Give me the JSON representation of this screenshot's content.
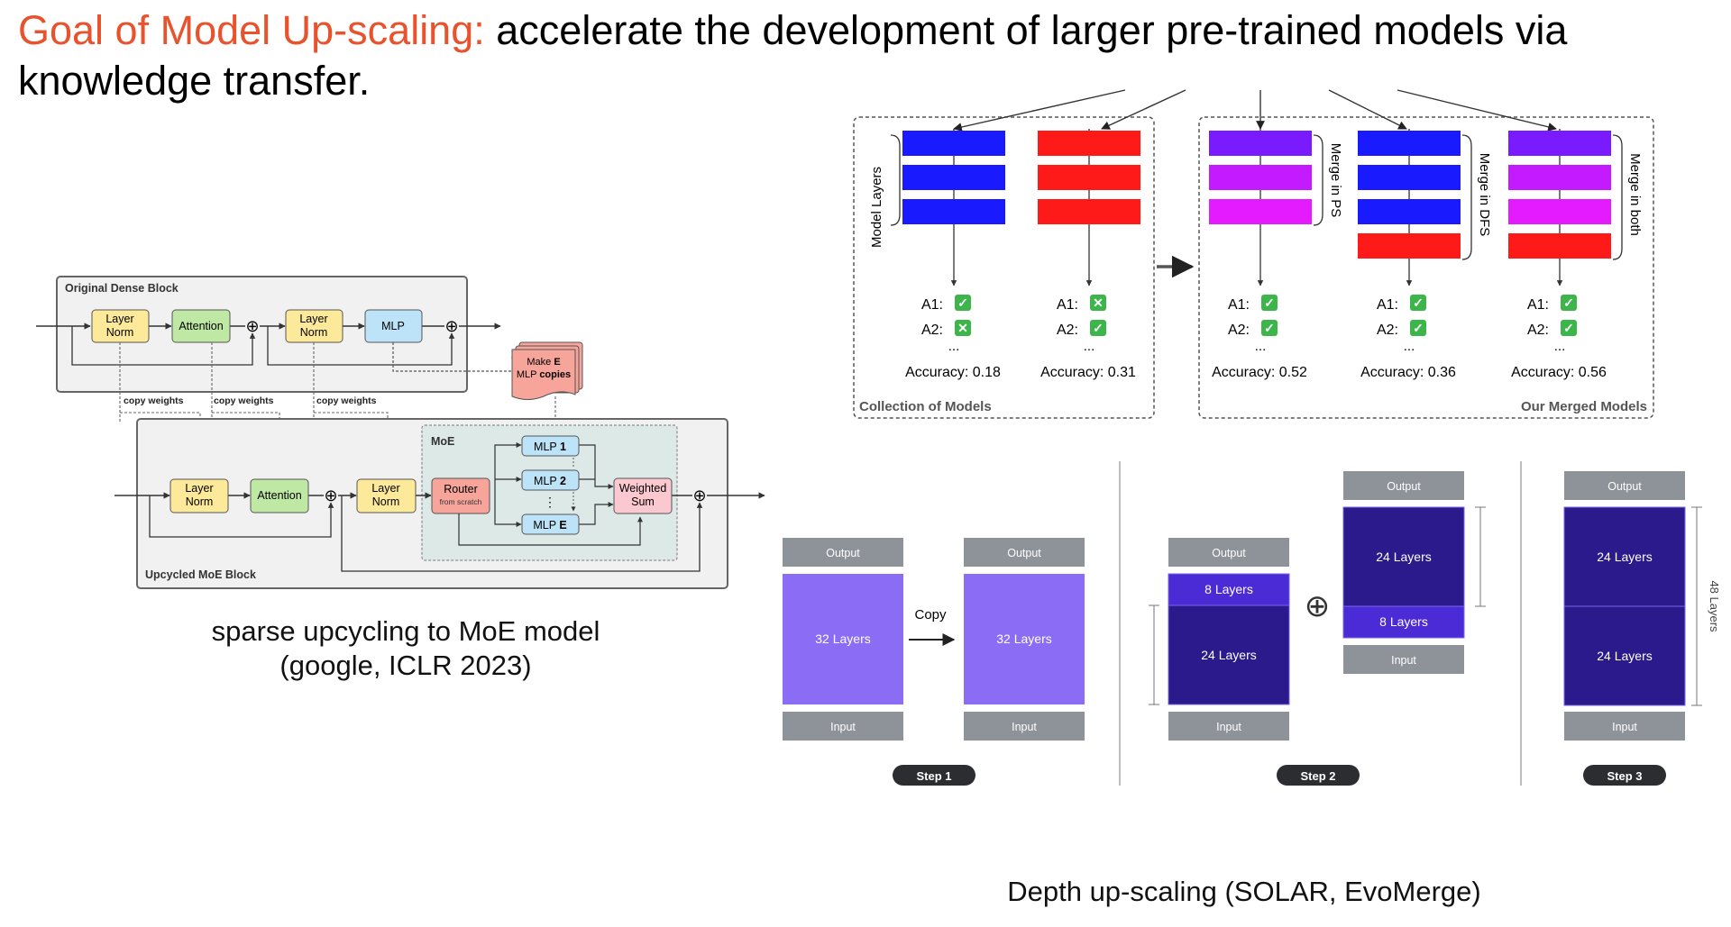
{
  "title": {
    "accent": "Goal of Model Up-scaling:",
    "rest": "accelerate the development of larger pre-trained models via knowledge transfer."
  },
  "colors": {
    "accent": "#e8522c",
    "blue": "#1a1aff",
    "red": "#ff1a1a",
    "violet": "#7a1aff",
    "magenta": "#e41aff",
    "light_purple": "#8b6cf5",
    "dark_navy": "#2b1a8c",
    "gray_box": "#8e9299"
  },
  "moe": {
    "dense_block_title": "Original Dense Block",
    "moe_block_title": "Upcycled MoE Block",
    "layer_norm": [
      "Layer",
      "Norm"
    ],
    "attention": "Attention",
    "mlp": "MLP",
    "copy_weights": "copy weights",
    "make_copies_line1": "Make",
    "make_copies_e": "E",
    "make_copies_line2": "MLP",
    "make_copies_bold": "copies",
    "moe_title": "MoE",
    "router": "Router",
    "router_sub": "from scratch",
    "mlp_prefix": "MLP",
    "expert_ids": [
      "1",
      "2",
      "E"
    ],
    "weighted_sum": [
      "Weighted",
      "Sum"
    ],
    "ellipsis": "⋮",
    "plus": "⊕"
  },
  "moe_caption": [
    "sparse upcycling to MoE model",
    "(google, ICLR 2023)"
  ],
  "merge": {
    "model_layers_label": "Model Layers",
    "collection_label": "Collection of Models",
    "merged_label": "Our Merged Models",
    "merge_labels": [
      "Merge in PS",
      "Merge in DFS",
      "Merge in both"
    ],
    "models": [
      {
        "a1": "A1:",
        "a2": "A2:",
        "a1_ok": true,
        "a2_ok": false,
        "dots": "...",
        "accuracy": "Accuracy: 0.18"
      },
      {
        "a1": "A1:",
        "a2": "A2:",
        "a1_ok": false,
        "a2_ok": true,
        "dots": "...",
        "accuracy": "Accuracy: 0.31"
      },
      {
        "a1": "A1:",
        "a2": "A2:",
        "a1_ok": true,
        "a2_ok": true,
        "dots": "...",
        "accuracy": "Accuracy: 0.52"
      },
      {
        "a1": "A1:",
        "a2": "A2:",
        "a1_ok": true,
        "a2_ok": true,
        "dots": "...",
        "accuracy": "Accuracy: 0.36"
      },
      {
        "a1": "A1:",
        "a2": "A2:",
        "a1_ok": true,
        "a2_ok": true,
        "dots": "...",
        "accuracy": "Accuracy: 0.56"
      }
    ],
    "check_glyph": "✓",
    "cross_glyph": "✕"
  },
  "dus": {
    "output": "Output",
    "input": "Input",
    "layers_32": "32 Layers",
    "copy": "Copy",
    "layers_8": "8 Layers",
    "layers_24": "24 Layers",
    "layers_48": "48 Layers",
    "plus": "⊕",
    "steps": [
      "Step 1",
      "Step 2",
      "Step 3"
    ]
  },
  "dus_caption": "Depth up-scaling (SOLAR, EvoMerge)"
}
